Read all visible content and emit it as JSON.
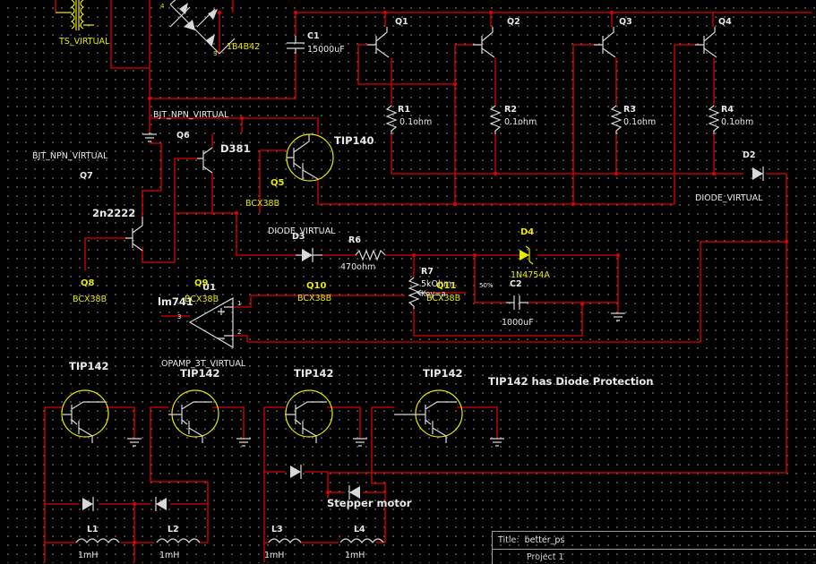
{
  "components": {
    "transformer": "TS_VIRTUAL",
    "bridge": "1B4B42",
    "bridge_pin4": "4",
    "bridge_pin3": "3",
    "c1_ref": "C1",
    "c1_val": "15000uF",
    "q1": "Q1",
    "q2": "Q2",
    "q3": "Q3",
    "q4": "Q4",
    "r1": "R1",
    "r2": "R2",
    "r3": "R3",
    "r4": "R4",
    "r_val": "0.1ohm",
    "bjt_npn_1": "BJT_NPN_VIRTUAL",
    "bjt_npn_2": "BJT_NPN_VIRTUAL",
    "q6": "Q6",
    "d381": "D381",
    "tip140": "TIP140",
    "q5": "Q5",
    "bcx38b_q5": "BCX38B",
    "q7": "Q7",
    "n2222": "2n2222",
    "d2": "D2",
    "diode_virtual_d2": "DIODE_VIRTUAL",
    "diode_virtual_d3": "DIODE_VIRTUAL",
    "d3": "D3",
    "r6": "R6",
    "r6_val": "470ohm",
    "d4": "D4",
    "d4_val": "1N4754A",
    "r7": "R7",
    "r7_val": "5kOhm",
    "r7_key": "Key=a",
    "q11": "Q11",
    "bcx38b_q11": "BCX38B",
    "pct": "50%",
    "c2": "C2",
    "c2_val": "1000uF",
    "q8": "Q8",
    "bcx38b_q8": "BCX38B",
    "q9": "Q9",
    "u1": "U1",
    "bcx38b_q9": "BCX38B",
    "q10": "Q10",
    "bcx38b_q10": "BCX38B",
    "lm741": "lm741",
    "opamp_pin3": "3",
    "opamp_pin1": "1",
    "opamp_pin2": "2",
    "opamp_name": "OPAMP_3T_VIRTUAL",
    "tip142_a": "TIP142",
    "tip142_b": "TIP142",
    "tip142_c": "TIP142",
    "tip142_d": "TIP142",
    "tip142_note": "TIP142 has Diode Protection",
    "stepper": "Stepper motor",
    "l1": "L1",
    "l2": "L2",
    "l3": "L3",
    "l4": "L4",
    "l_val": "1mH"
  },
  "title_block": {
    "title_label": "Title:",
    "title_value": "better_ps",
    "project": "Project 1"
  },
  "colors": {
    "wire": "#e00000",
    "component": "#d8d8d8",
    "highlight": "#e8e800",
    "background": "#000000"
  }
}
